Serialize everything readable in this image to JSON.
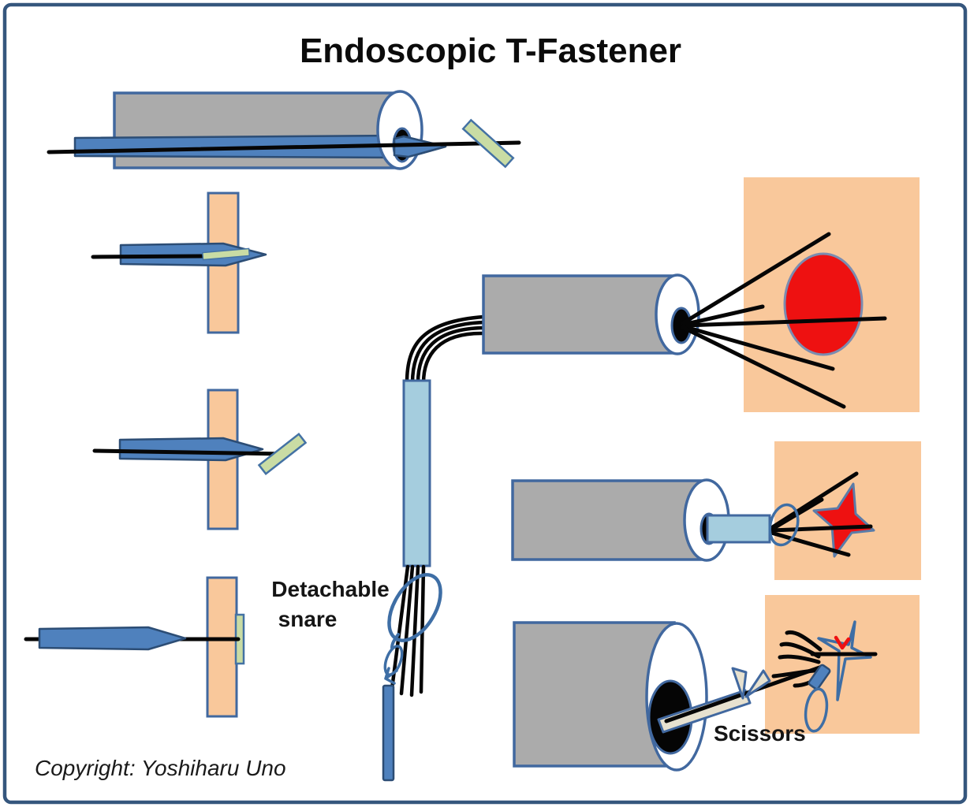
{
  "title": "Endoscopic T-Fastener",
  "labels": {
    "detachable_snare_line1": "Detachable",
    "detachable_snare_line2": "snare",
    "scissors": "Scissors",
    "copyright": "Copyright: Yoshiharu Uno"
  },
  "colors": {
    "border": "#35567D",
    "scope_fill": "#ABABAB",
    "scope_stroke": "#41689F",
    "needle_fill": "#4F81BD",
    "needle_stroke": "#2C4D75",
    "tbar_fill": "#C9DCA4",
    "tbar_stroke": "#4472A4",
    "tissue_fill": "#F9C89B",
    "tube_fill": "#A5CDDE",
    "snare_stroke": "#3E6EA5",
    "thread": "#060606",
    "lesion_red": "#EE1111",
    "scissors_fill": "#E7E1CF"
  }
}
